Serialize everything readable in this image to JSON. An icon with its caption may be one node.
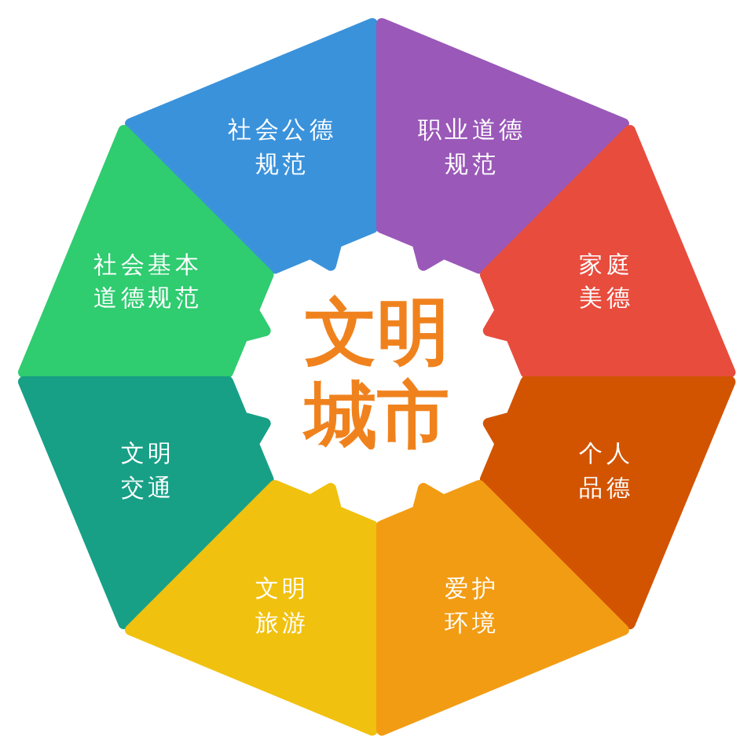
{
  "diagram": {
    "nodes": [
      {
        "text": [
          "社会公德规范"
        ]
      },
      {
        "text": [
          "职业道德规范"
        ]
      },
      {
        "text": [
          "社会基本道德规范"
        ]
      },
      {
        "text": [
          "家庭美德"
        ]
      },
      {
        "text": [
          "文明城市"
        ]
      },
      {
        "text": [
          "文明交通"
        ]
      },
      {
        "text": [
          "个人品德"
        ]
      },
      {
        "text": [
          "文明旅游"
        ]
      },
      {
        "text": [
          "爱护环境"
        ]
      }
    ]
  }
}
